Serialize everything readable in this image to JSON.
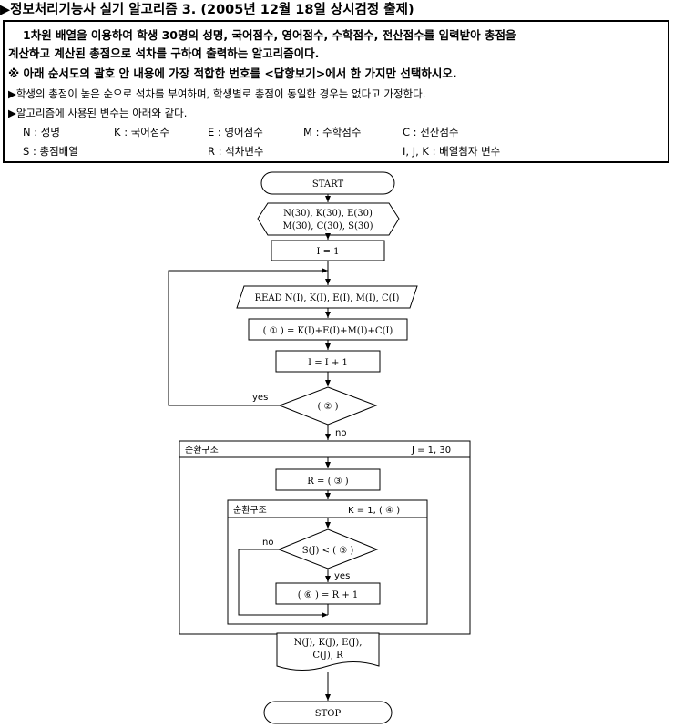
{
  "title": "▶정보처리기능사 실기 알고리즘 3. (2005년 12월 18일 상시검정 출제)",
  "problem": {
    "line1": "1차원 배열을 이용하여 학생 30명의 성명, 국어점수, 영어점수, 수학점수, 전산점수를 입력받아 총점을",
    "line2": "계산하고 계산된 총점으로 석차를 구하여 출력하는 알고리즘이다.",
    "line3": "※ 아래 순서도의 괄호 안 내용에 가장 적합한 번호를 <답항보기>에서 한 가지만 선택하시오.",
    "line4": "▶학생의 총점이 높은 순으로 석차를 부여하며, 학생별로 총점이 동일한 경우는 없다고 가정한다.",
    "line5": "▶알고리즘에 사용된 변수는 아래와 같다.",
    "vars": [
      "N : 성명",
      "K : 국어점수",
      "E : 영어점수",
      "M : 수학점수",
      "C : 전산점수",
      "S : 총점배열",
      "R : 석차변수",
      "I, J, K : 배열첨자 변수"
    ]
  },
  "flow": {
    "start": "START",
    "decl1": "N(30), K(30), E(30)",
    "decl2": "M(30), C(30), S(30)",
    "init": "I = 1",
    "read": "READ N(I), K(I), E(I), M(I), C(I)",
    "calc": "( ① ) = K(I)+E(I)+M(I)+C(I)",
    "inc": "I = I + 1",
    "cond1": "( ② )",
    "yes1": "yes",
    "no1": "no",
    "loop1_label": "순환구조",
    "loop1_range": "J = 1, 30",
    "rset": "R = ( ③ )",
    "loop2_label": "순환구조",
    "loop2_range": "K = 1, ( ④ )",
    "cond2": "S(J) < ( ⑤ )",
    "no2": "no",
    "yes2": "yes",
    "rank": "( ⑥ ) = R + 1",
    "out1": "N(J), K(J), E(J),",
    "out2": "C(J), R",
    "stop": "STOP"
  }
}
